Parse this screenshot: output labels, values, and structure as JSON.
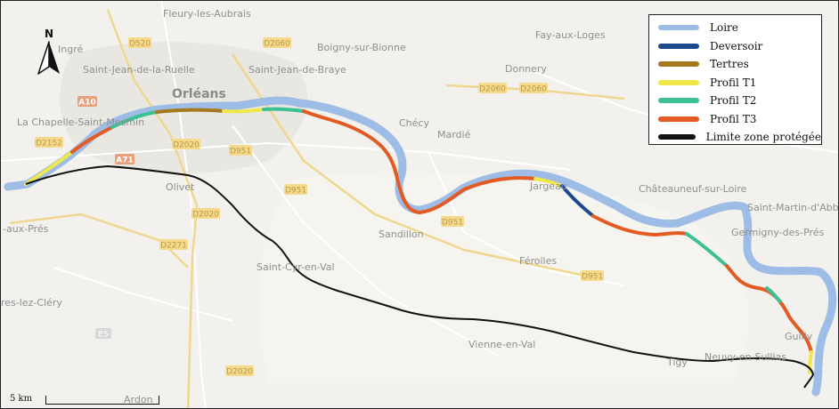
{
  "map": {
    "places": [
      {
        "id": "fleury",
        "name": "Fleury-les-Aubrais"
      },
      {
        "id": "ingre",
        "name": "Ingré"
      },
      {
        "id": "saint-jean-de-la-ruelle",
        "name": "Saint-Jean-de-la-Ruelle"
      },
      {
        "id": "saint-jean-de-braye",
        "name": "Saint-Jean-de-Braye"
      },
      {
        "id": "boigny",
        "name": "Boigny-sur-Bionne"
      },
      {
        "id": "fay",
        "name": "Fay-aux-Loges"
      },
      {
        "id": "donnery",
        "name": "Donnery"
      },
      {
        "id": "orleans",
        "name": "Orléans"
      },
      {
        "id": "la-chapelle",
        "name": "La Chapelle-Saint-Mesmin"
      },
      {
        "id": "checy",
        "name": "Chécy"
      },
      {
        "id": "mardie",
        "name": "Mardié"
      },
      {
        "id": "olivet",
        "name": "Olivet"
      },
      {
        "id": "chateauneuf",
        "name": "Châteauneuf-sur-Loire"
      },
      {
        "id": "saint-martin",
        "name": "Saint-Martin-d'Abbat"
      },
      {
        "id": "aux-pres",
        "name": "-aux-Prés"
      },
      {
        "id": "sandillon",
        "name": "Sandillon"
      },
      {
        "id": "germigny",
        "name": "Germigny-des-Prés"
      },
      {
        "id": "jargeau",
        "name": "Jargeau"
      },
      {
        "id": "saint-cyr",
        "name": "Saint-Cyr-en-Val"
      },
      {
        "id": "ferolles",
        "name": "Férolles"
      },
      {
        "id": "clery",
        "name": "res-lez-Cléry"
      },
      {
        "id": "guilly",
        "name": "Guilly"
      },
      {
        "id": "vienne",
        "name": "Vienne-en-Val"
      },
      {
        "id": "tigy",
        "name": "Tigy"
      },
      {
        "id": "neuvy",
        "name": "Neuvy-en-Sullias"
      },
      {
        "id": "ardon",
        "name": "Ardon"
      }
    ],
    "roads": [
      {
        "id": "d520",
        "label": "D520",
        "kind": "yellow"
      },
      {
        "id": "d2060a",
        "label": "D2060",
        "kind": "yellow"
      },
      {
        "id": "a10",
        "label": "A10",
        "kind": "motorway"
      },
      {
        "id": "d2060b",
        "label": "D2060",
        "kind": "yellow"
      },
      {
        "id": "d2060c",
        "label": "D2060",
        "kind": "yellow"
      },
      {
        "id": "d2152",
        "label": "D2152",
        "kind": "yellow"
      },
      {
        "id": "d2020a",
        "label": "D2020",
        "kind": "yellow"
      },
      {
        "id": "d951a",
        "label": "D951",
        "kind": "yellow"
      },
      {
        "id": "a71",
        "label": "A71",
        "kind": "motorway"
      },
      {
        "id": "d951b",
        "label": "D951",
        "kind": "yellow"
      },
      {
        "id": "d2020b",
        "label": "D2020",
        "kind": "yellow"
      },
      {
        "id": "d951c",
        "label": "D951",
        "kind": "yellow"
      },
      {
        "id": "d2271",
        "label": "D2271",
        "kind": "yellow"
      },
      {
        "id": "d951d",
        "label": "D951",
        "kind": "yellow"
      },
      {
        "id": "e5",
        "label": "E5",
        "kind": "grey"
      },
      {
        "id": "d2020c",
        "label": "D2020",
        "kind": "yellow"
      }
    ]
  },
  "legend": {
    "items": [
      {
        "label": "Loire",
        "color": "#9dbde6"
      },
      {
        "label": "Deversoir",
        "color": "#1d4a8c"
      },
      {
        "label": "Tertres",
        "color": "#a6791f"
      },
      {
        "label": "Profil T1",
        "color": "#f0e84a"
      },
      {
        "label": "Profil T2",
        "color": "#3cc194"
      },
      {
        "label": "Profil T3",
        "color": "#e35a22"
      },
      {
        "label": "Limite zone protégée",
        "color": "#111111"
      }
    ]
  },
  "north_arrow": {
    "letter": "N"
  },
  "scale": {
    "label": "5 km"
  }
}
